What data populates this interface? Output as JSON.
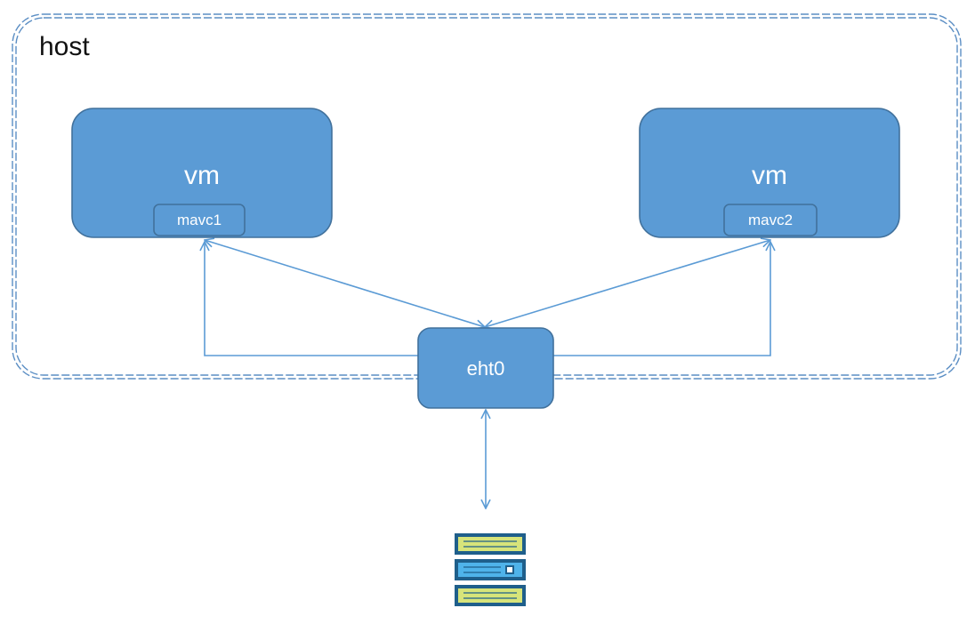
{
  "host": {
    "label": "host",
    "border_color": "#5b8ec4"
  },
  "vms": [
    {
      "label": "vm",
      "interface": "mavc1"
    },
    {
      "label": "vm",
      "interface": "mavc2"
    }
  ],
  "nic": {
    "label": "eht0"
  },
  "server": {
    "icon": "server-rack-icon"
  },
  "colors": {
    "box_fill": "#5b9bd5",
    "box_stroke": "#41719c",
    "connector": "#5b9bd5",
    "server_frame": "#1f5f8b",
    "server_slot": "#d7e47a",
    "server_slot_active": "#4fb3ea"
  }
}
